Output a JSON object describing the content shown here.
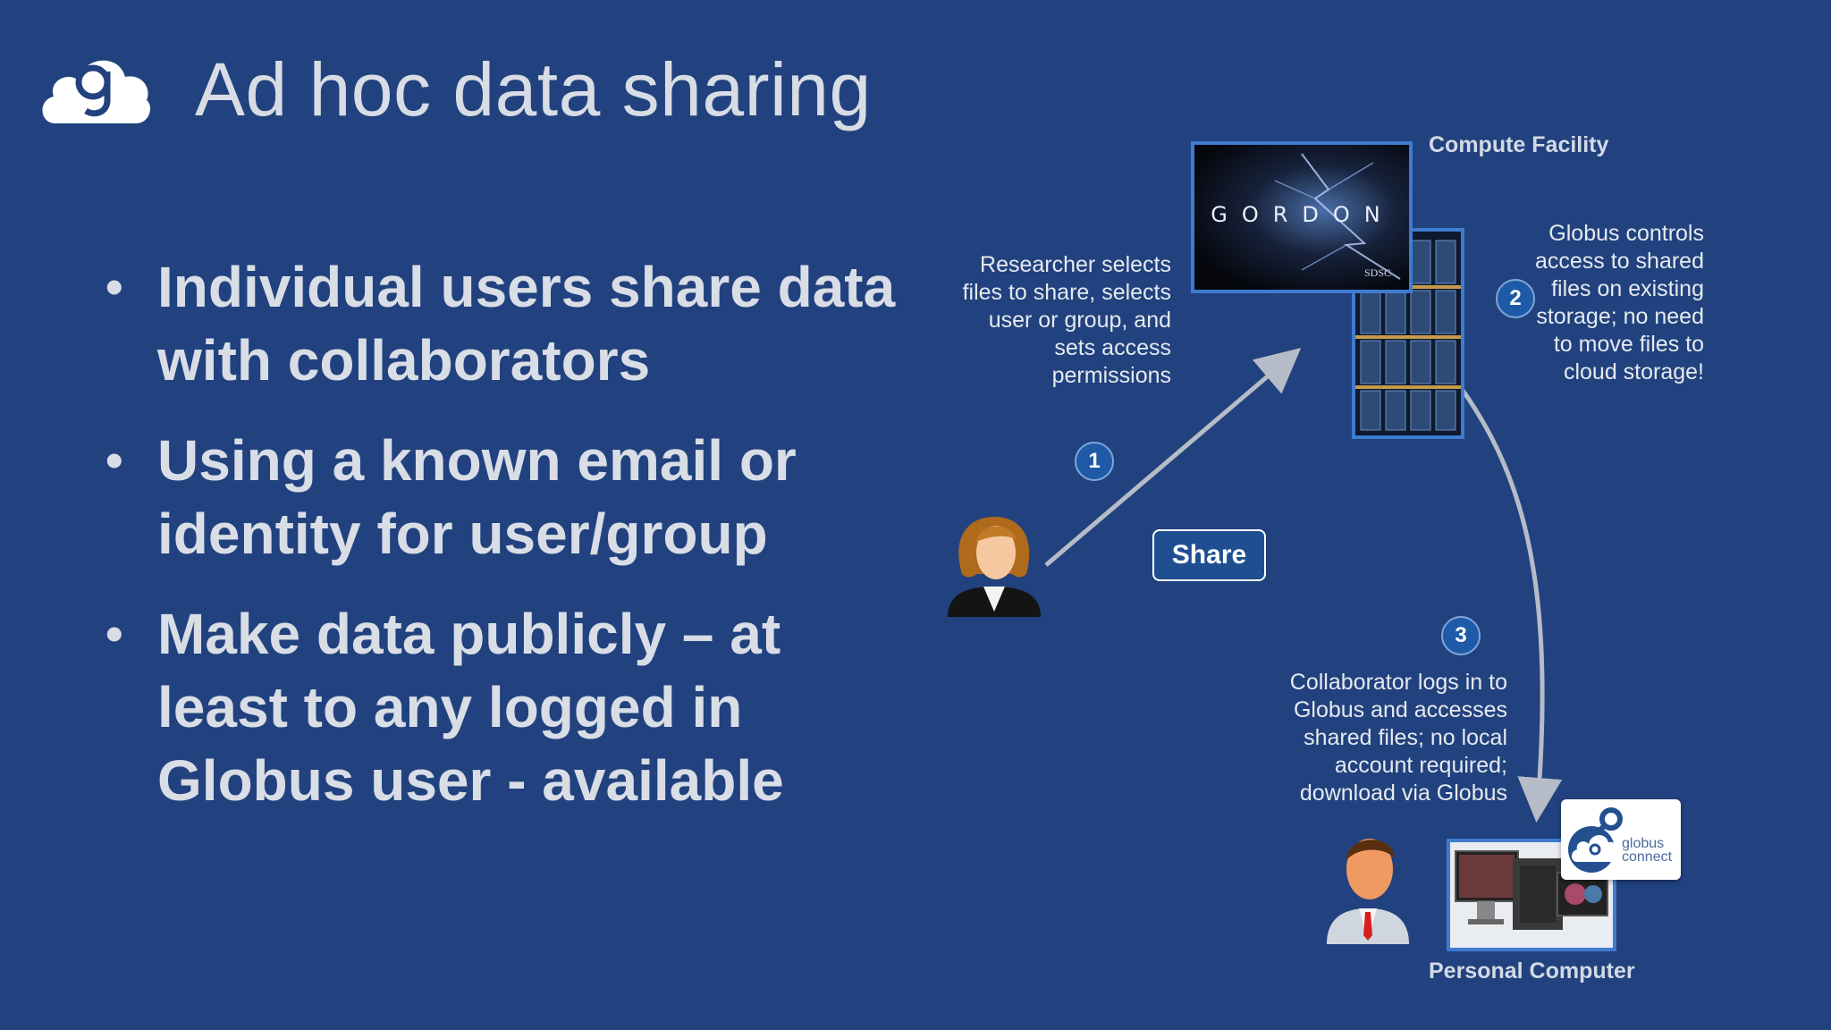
{
  "slide": {
    "title": "Ad hoc data sharing",
    "bullets": [
      "Individual users share data with collaborators",
      "Using a known email or identity for user/group",
      "Make data publicly – at least to any logged in Globus user - available"
    ]
  },
  "diagram": {
    "compute_facility_label": "Compute Facility",
    "personal_computer_label": "Personal Computer",
    "gordon_label": "GORDON",
    "sdsc_label": "SDSC",
    "share_button_label": "Share",
    "steps": [
      {
        "number": "1",
        "text": [
          "Researcher selects",
          "files to share, selects",
          "user or group, and",
          "sets access",
          "permissions"
        ]
      },
      {
        "number": "2",
        "text": [
          "Globus controls",
          "access to shared",
          "files on existing",
          "storage; no need",
          "to move files to",
          "cloud storage!"
        ]
      },
      {
        "number": "3",
        "text": [
          "Collaborator logs in to",
          "Globus and accesses",
          "shared files; no local",
          "account required;",
          "download via Globus"
        ]
      }
    ],
    "globus_connect_lines": [
      "globus",
      "connect"
    ]
  },
  "icons": {
    "logo": "globus-cloud-logo-icon",
    "researcher": "female-user-icon",
    "collaborator": "male-user-icon",
    "server": "server-rack-icon",
    "computer": "workstation-icon"
  },
  "colors": {
    "background": "#21427e",
    "accent_border": "#3f7bd0",
    "step_circle": "#1f5aa8",
    "arrow": "#b5bcc8"
  }
}
